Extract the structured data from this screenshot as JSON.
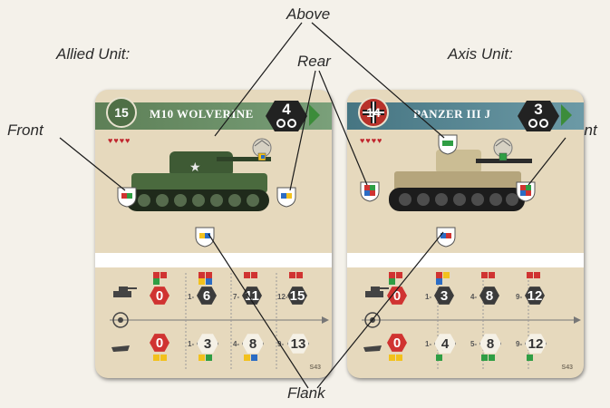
{
  "labels": {
    "above": "Above",
    "allied": "Allied Unit:",
    "axis": "Axis Unit:",
    "rear": "Rear",
    "front_left": "Front",
    "front_right": "Front",
    "flank": "Flank"
  },
  "allied_card": {
    "cost": "15",
    "name": "M10 WOLVERINE",
    "move": "4",
    "hearts": "♥♥♥♥",
    "serial": "S43",
    "grid": {
      "row_vehicle": [
        "0",
        "6",
        "11",
        "15"
      ],
      "row_infantry": [
        "0",
        "3",
        "8",
        "13"
      ],
      "ranges_vehicle": [
        "",
        "1-",
        "7-",
        "12-"
      ],
      "ranges_infantry": [
        "",
        "1-",
        "4-",
        "9-"
      ]
    }
  },
  "axis_card": {
    "cost": "14",
    "name": "PANZER III J",
    "move": "3",
    "hearts": "♥♥♥♥",
    "serial": "S43",
    "grid": {
      "row_vehicle": [
        "0",
        "3",
        "8",
        "12"
      ],
      "row_infantry": [
        "0",
        "4",
        "8",
        "12"
      ],
      "ranges_vehicle": [
        "",
        "1-",
        "4-",
        "9-"
      ],
      "ranges_infantry": [
        "",
        "1-",
        "5-",
        "9-"
      ]
    }
  },
  "colors": {
    "allied_band": "#6b8f62",
    "axis_band": "#4f7d8b",
    "card_bg": "#e6d9bd",
    "red": "#d03331",
    "green": "#2f9e44",
    "yellow": "#f2c11d",
    "blue": "#2b6cc4"
  }
}
